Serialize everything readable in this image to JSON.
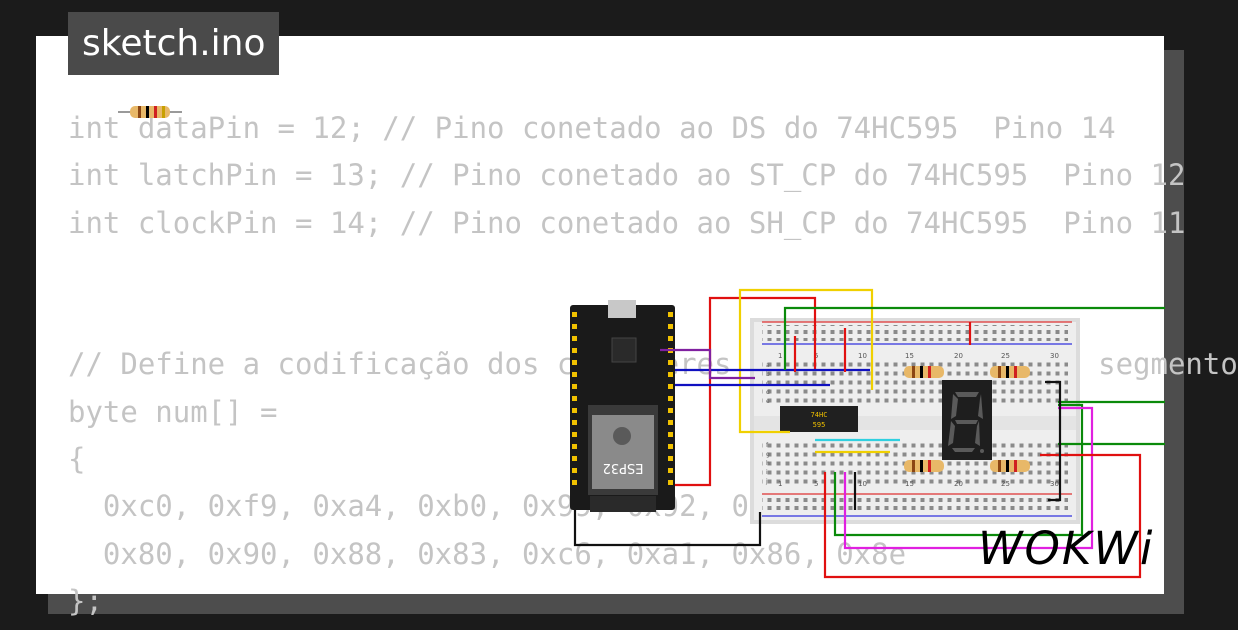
{
  "title": "sketch.ino",
  "code_lines": [
    "int dataPin = 12; // Pino conetado ao DS do 74HC595  Pino 14",
    "int latchPin = 13; // Pino conetado ao ST_CP do 74HC595  Pino 12",
    "int clockPin = 14; // Pino conetado ao SH_CP do 74HC595  Pino 11",
    "",
    "",
    "// Define a codificação dos caracteres para o display de 7 segmento",
    "byte num[] =",
    "{",
    "  0xc0, 0xf9, 0xa4, 0xb0, 0x99, 0x92, 0x82, 0xf8,",
    "  0x80, 0x90, 0x88, 0x83, 0xc6, 0xa1, 0x86, 0x8e",
    "};"
  ],
  "board": {
    "label": "ESP32"
  },
  "chip": {
    "label_line1": "74HC",
    "label_line2": "595"
  },
  "display": {
    "digit": "8"
  },
  "breadboard": {
    "top_numbers": [
      "1",
      "5",
      "10",
      "15",
      "20",
      "25",
      "30"
    ],
    "bottom_numbers": [
      "1",
      "5",
      "10",
      "15",
      "20",
      "25",
      "30"
    ],
    "row_letters": [
      "a",
      "b",
      "c",
      "d",
      "e",
      "f",
      "g",
      "h",
      "i",
      "j"
    ]
  },
  "logo": "WOKWi",
  "colors": {
    "background": "#1b1b1b",
    "card": "#ffffff",
    "title_bg": "#4a4a4a",
    "code_text": "#c4c4c4",
    "wire_red": "#e01010",
    "wire_green": "#0a8a0a",
    "wire_magenta": "#e020e0",
    "wire_yellow": "#f0d000",
    "wire_blue": "#1010c0",
    "wire_purple": "#8020a0",
    "wire_cyan": "#30d0e0"
  }
}
